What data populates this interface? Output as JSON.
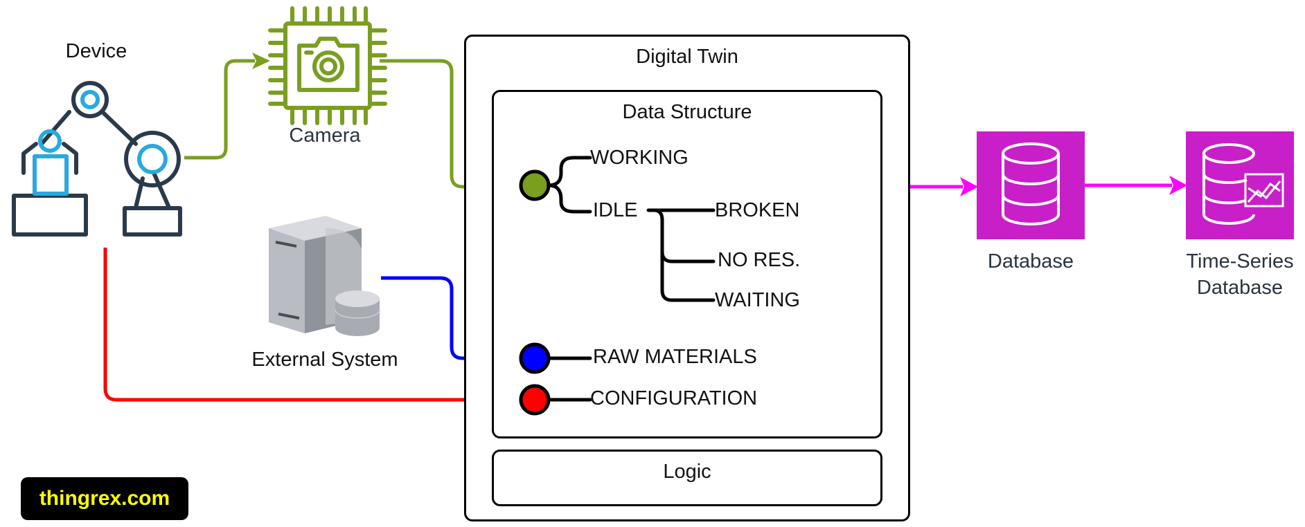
{
  "device": {
    "label": "Device"
  },
  "camera": {
    "label": "Camera"
  },
  "external_system": {
    "label": "External System"
  },
  "digital_twin": {
    "title": "Digital Twin",
    "data_structure": {
      "title": "Data Structure",
      "states": {
        "working": "WORKING",
        "idle": "IDLE",
        "idle_substates": [
          "BROKEN",
          "NO RES.",
          "WAITING"
        ]
      },
      "raw_materials": "RAW MATERIALS",
      "configuration": "CONFIGURATION"
    },
    "logic": {
      "title": "Logic"
    }
  },
  "database": {
    "label": "Database"
  },
  "timeseries_db": {
    "label_line1": "Time-Series",
    "label_line2": "Database"
  },
  "brand": {
    "text": "thingrex.com"
  },
  "colors": {
    "camera_flow": "#7a9e20",
    "external_flow": "#0000ff",
    "device_flow": "#ff0000",
    "state_flow": "#ff00ff",
    "db_fill": "#c81fc8",
    "brand_bg": "#000000",
    "brand_text": "#ffff00",
    "robot_dark": "#2a3a4a",
    "robot_accent": "#29a9e0"
  },
  "icons": [
    "robot-arm-icon",
    "camera-chip-icon",
    "server-icon",
    "database-icon",
    "time-series-database-icon"
  ]
}
